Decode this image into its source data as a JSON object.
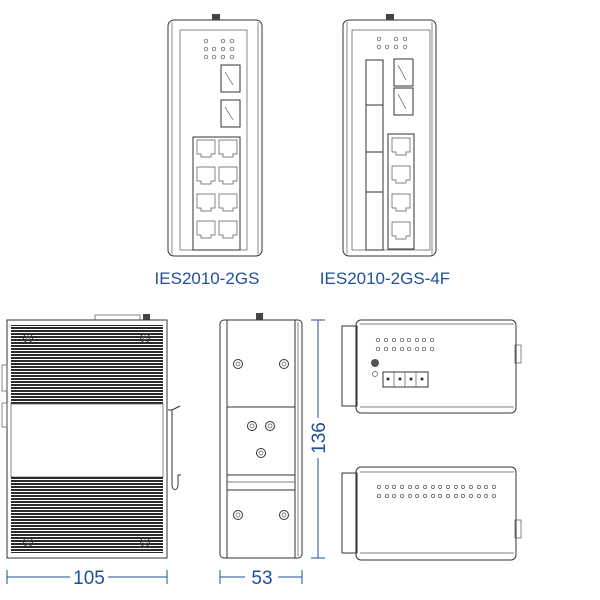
{
  "models": [
    {
      "label": "IES2010-2GS"
    },
    {
      "label": "IES2010-2GS-4F"
    }
  ],
  "dimensions": {
    "width": "105",
    "depth": "53",
    "height": "136"
  },
  "colors": {
    "annotation": "#1f4e9c",
    "outline": "#333333"
  }
}
